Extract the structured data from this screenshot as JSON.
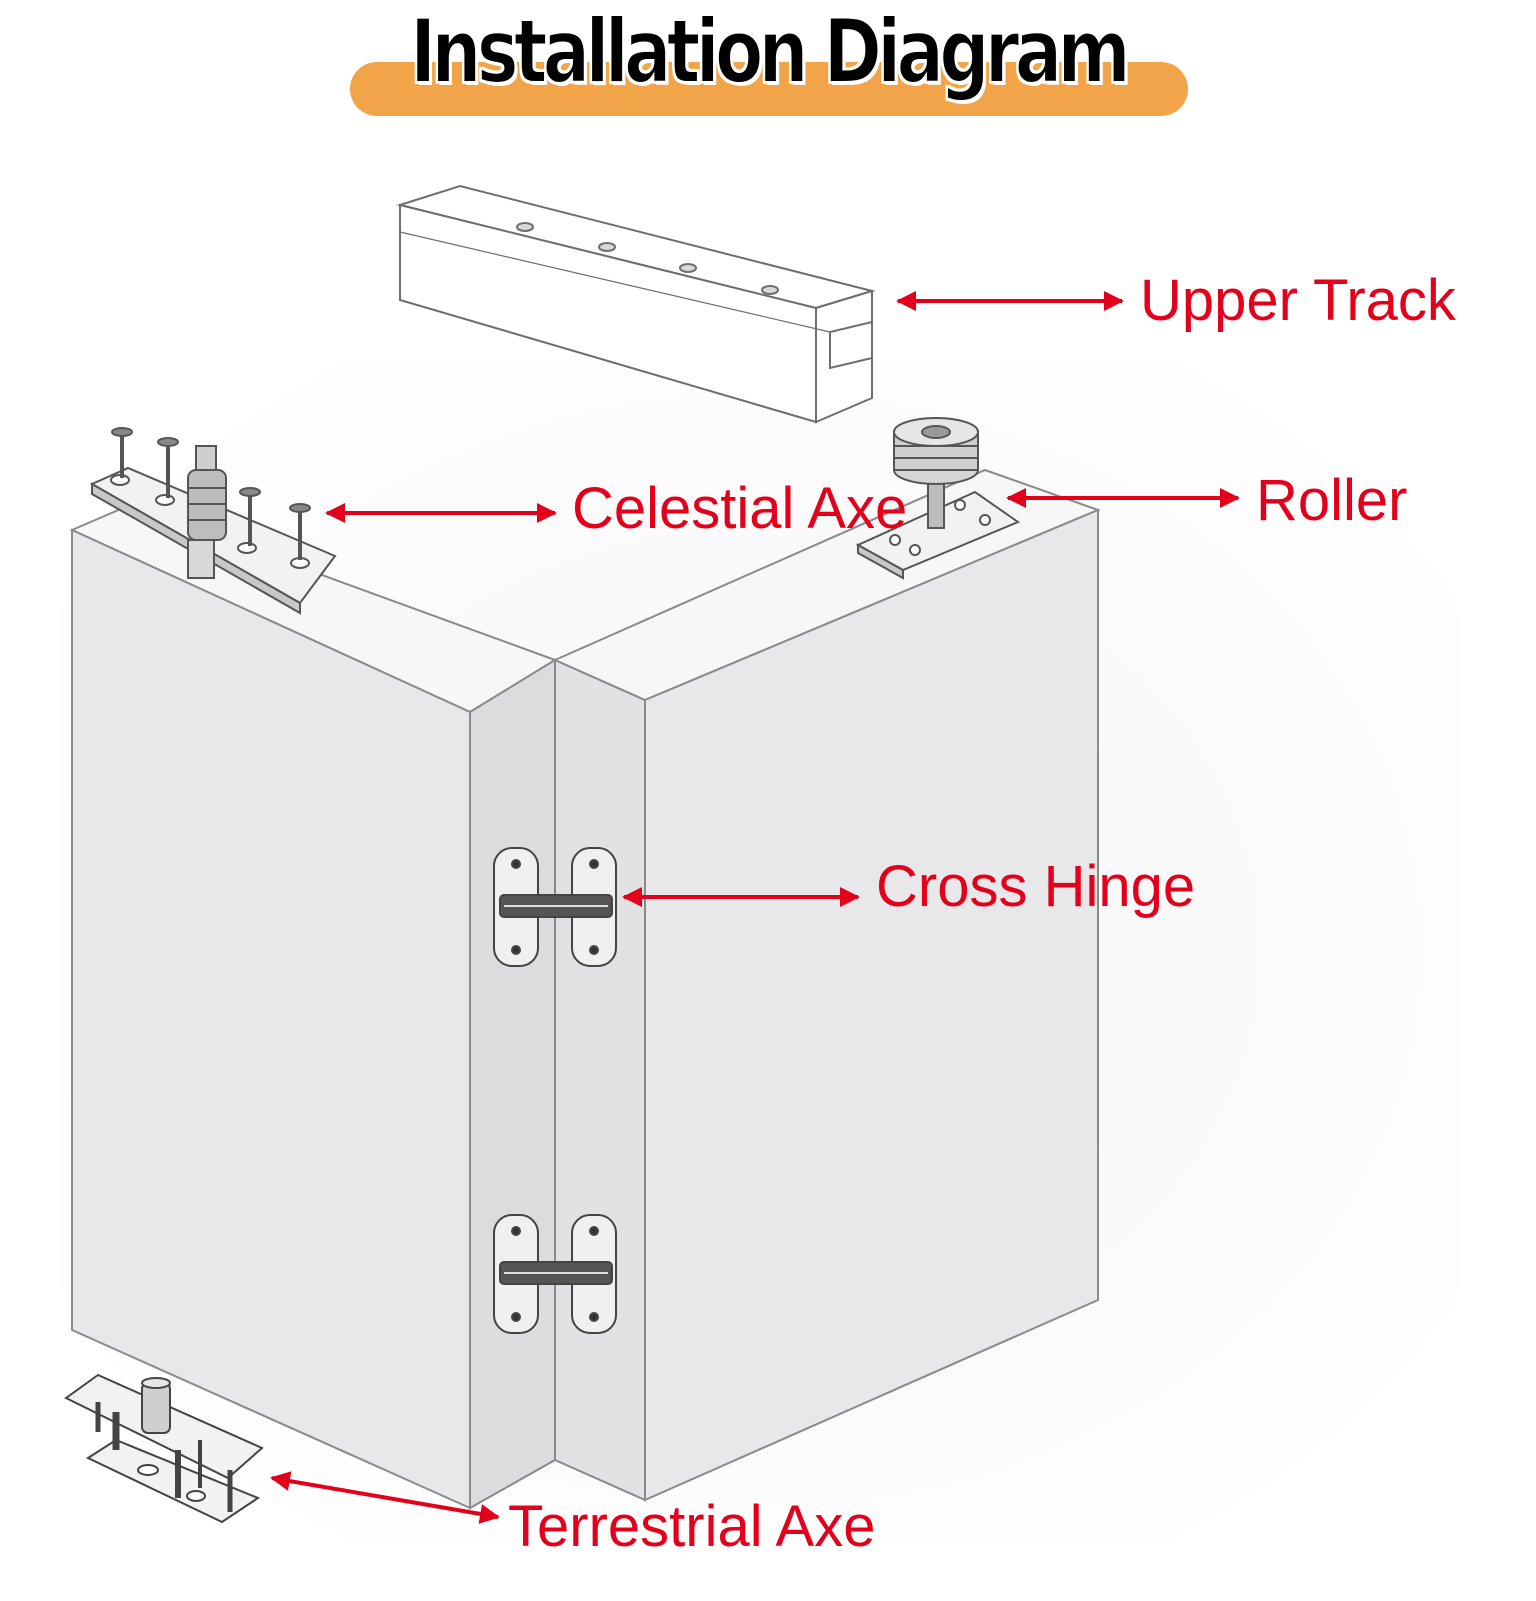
{
  "title": "Installation Diagram",
  "colors": {
    "title_bar": "#f2a449",
    "label": "#e3001b",
    "panel_front": "#e9e9eb",
    "panel_edge": "#dcdcdf",
    "outline": "#7a7a7a"
  },
  "labels": {
    "upper_track": "Upper Track",
    "celestial_axe": "Celestial Axe",
    "roller": "Roller",
    "cross_hinge": "Cross Hinge",
    "terrestrial_axe": "Terrestrial Axe"
  }
}
